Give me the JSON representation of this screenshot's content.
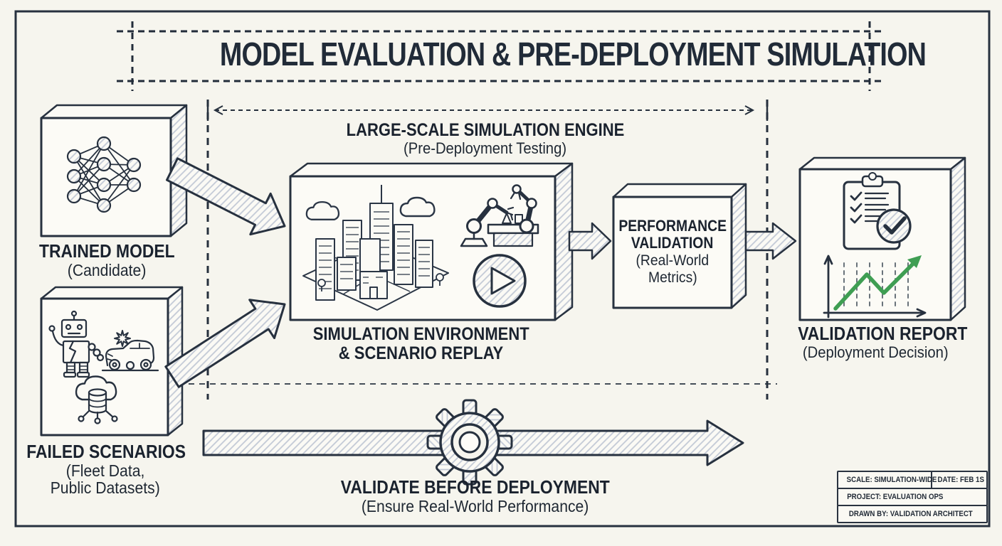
{
  "title": "MODEL EVALUATION & PRE-DEPLOYMENT SIMULATION",
  "colors": {
    "paper": "#f6f5ee",
    "ink": "#27313f",
    "text": "#1a222e",
    "green": "#3f9e53",
    "hatch": "#c3cad6"
  },
  "nodes": {
    "trained_model": {
      "label": "TRAINED MODEL",
      "sublabel": "(Candidate)",
      "icon": "neural-network-icon"
    },
    "failed_scenarios": {
      "label": "FAILED SCENARIOS",
      "sublabel_line1": "(Fleet Data,",
      "sublabel_line2": "Public Datasets)",
      "icons": [
        "broken-robot-icon",
        "car-crash-icon",
        "cloud-database-icon"
      ]
    },
    "simulation_engine": {
      "label": "LARGE-SCALE SIMULATION ENGINE",
      "sublabel": "(Pre-Deployment Testing)"
    },
    "simulation_environment": {
      "label_line1": "SIMULATION ENVIRONMENT",
      "label_line2": "& SCENARIO REPLAY",
      "icons": [
        "city-illustration",
        "cloud-icon",
        "robot-arms-icon",
        "play-button-icon"
      ]
    },
    "performance_validation": {
      "label_line1": "PERFORMANCE",
      "label_line2": "VALIDATION",
      "sublabel_line1": "(Real-World",
      "sublabel_line2": "Metrics)"
    },
    "validation_report": {
      "label": "VALIDATION REPORT",
      "sublabel": "(Deployment Decision)",
      "icons": [
        "clipboard-checklist-icon",
        "approved-check-icon",
        "growth-chart-icon"
      ]
    }
  },
  "bottom_banner": {
    "label": "VALIDATE BEFORE DEPLOYMENT",
    "sublabel": "(Ensure Real-World Performance)",
    "icon": "gear-icon"
  },
  "title_block": {
    "scale": "SCALE: SIMULATION-WIDE",
    "date": "DATE: FEB 1S",
    "project": "PROJECT: EVALUATION OPS",
    "drawn_by": "DRAWN BY: VALIDATION ARCHITECT"
  }
}
